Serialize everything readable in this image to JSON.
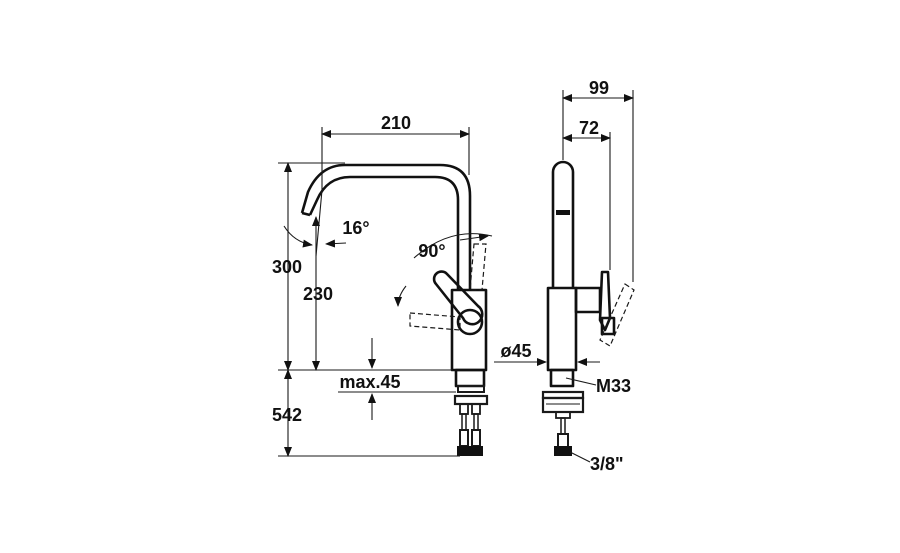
{
  "colors": {
    "line": "#111111",
    "background": "#ffffff"
  },
  "dimensions": {
    "width_210": "210",
    "height_300": "300",
    "height_230": "230",
    "under_542": "542",
    "max_45": "max.45",
    "angle_16": "16°",
    "angle_90": "90°",
    "side_99": "99",
    "side_72": "72",
    "dia_45": "ø45",
    "thread_m33": "M33",
    "conn_3_8": "3/8\""
  }
}
